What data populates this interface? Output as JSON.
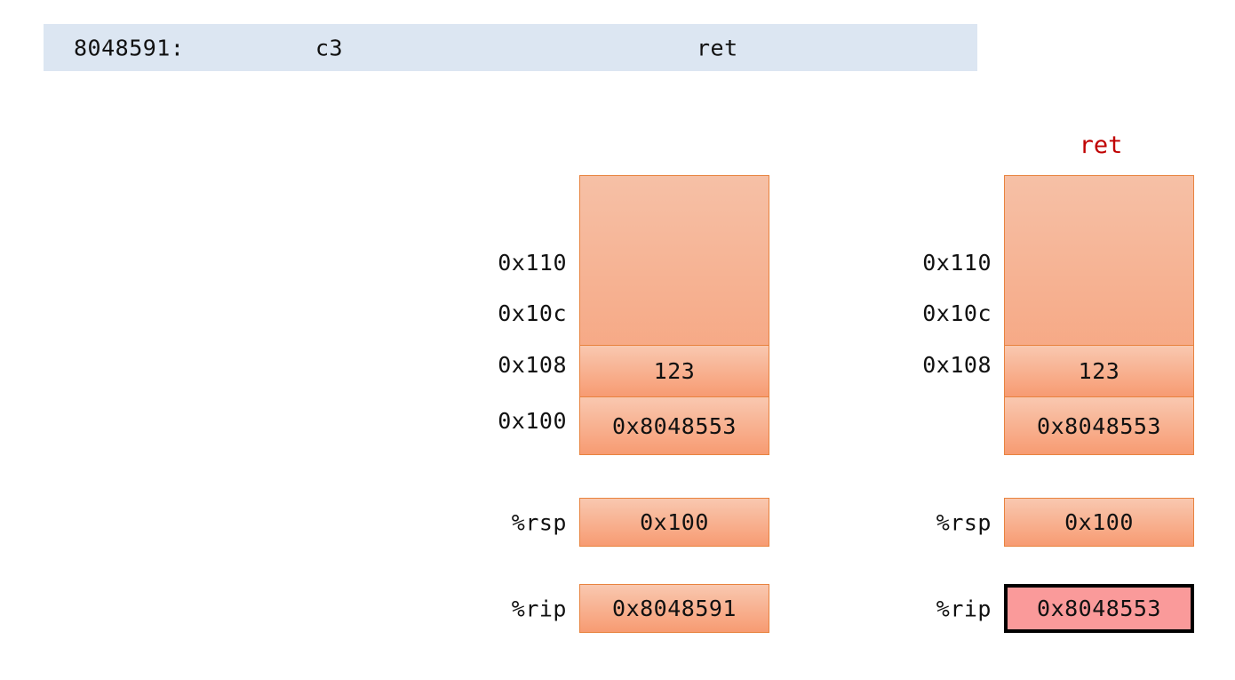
{
  "disassembly": {
    "address": "8048591:",
    "bytes": "c3",
    "mnemonic": "ret"
  },
  "colors": {
    "header_bar": "#dce6f2",
    "stack_fill_top": "#f6c0a6",
    "stack_fill_bottom": "#f79b72",
    "stack_border": "#e8833f",
    "highlight_fill": "#fa9a9a",
    "highlight_border": "#000000",
    "annotation_red": "#c00000",
    "text": "#111111"
  },
  "diagrams": [
    {
      "id": "before",
      "annotation": "",
      "address_labels": [
        "0x110",
        "0x10c",
        "0x108",
        "0x100"
      ],
      "show_addr_100": true,
      "stack_cells": [
        {
          "address": "0x108",
          "value": "123"
        },
        {
          "address": "0x100",
          "value": "0x8048553"
        }
      ],
      "registers": [
        {
          "name": "%rsp",
          "value": "0x100",
          "highlight": false
        },
        {
          "name": "%rip",
          "value": "0x8048591",
          "highlight": false
        }
      ]
    },
    {
      "id": "after",
      "annotation": "ret",
      "address_labels": [
        "0x110",
        "0x10c",
        "0x108",
        ""
      ],
      "show_addr_100": false,
      "stack_cells": [
        {
          "address": "0x108",
          "value": "123"
        },
        {
          "address": "0x100",
          "value": "0x8048553"
        }
      ],
      "registers": [
        {
          "name": "%rsp",
          "value": "0x100",
          "highlight": false
        },
        {
          "name": "%rip",
          "value": "0x8048553",
          "highlight": true
        }
      ]
    }
  ]
}
